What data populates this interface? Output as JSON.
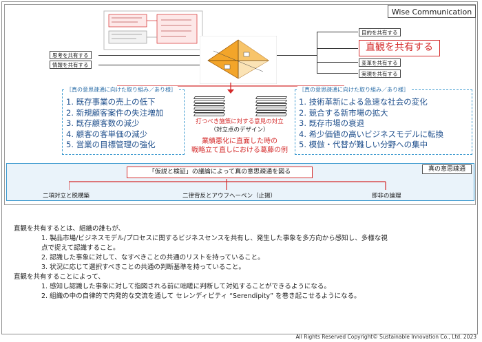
{
  "brand": "Wise Communication",
  "left_tags": [
    "思考を共有する",
    "情報を共有する"
  ],
  "right_tags": [
    "目的を共有する",
    "直観を共有する",
    "変革を共有する",
    "実現を共有する"
  ],
  "left_panel": {
    "title": "［真の意思疎通に向けた取り組み／あり様］",
    "items": [
      "1. 既存事業の売上の低下",
      "2. 新規顧客案件の失注増加",
      "3. 既存顧客数の減少",
      "4. 顧客の客単価の減少",
      "5. 営業の目標管理の強化"
    ]
  },
  "right_panel": {
    "title": "［真の意思疎通に向けた取り組み／あり様］",
    "items": [
      "1. 技術革新による急速な社会の変化",
      "2. 競合する新市場の拡大",
      "3. 既存市場の衰退",
      "4. 希少価値の高いビジネスモデルに転換",
      "5. 模倣・代替が難しい分野への集中"
    ]
  },
  "center": {
    "line1": "打つべき施策に対する意見の対立",
    "line2": "（対立点のデザイン）",
    "line3": "業績悪化に直面した時の",
    "line4": "戦略立て直しにおける葛藤の例"
  },
  "band": {
    "title": "真の意思疎通",
    "headline": "「仮説と検証」の議論によって真の意思疎通を図る",
    "items": [
      "二項対立と脱構築",
      "二律背反とアウフヘーベン（止揚）",
      "即非の論理"
    ]
  },
  "body": {
    "intro": "直観を共有するとは、組織の誰もが、",
    "points": [
      "1.  製品市場/ビジネスモデル/プロセスに関するビジネスセンスを共有し、発生した事象を多方向から感知し、多様な視",
      "     点で捉えて認識すること。",
      "2.  認識した事象に対して、なすべきことの共通のリストを持っていること。",
      "3.  状況に応じて選択すべきことの共通の判断基準を持っていること。"
    ],
    "intro2": "直観を共有することによって、",
    "points2": [
      "1.   感知し認識した事象に対して指図される前に咄嗟に判断して対処することができるようになる。",
      "2.   組織の中の自律的で内発的な交流を通して セレンディピティ “Serendipity” を巻き起こせるようになる。"
    ]
  },
  "footer": "All Rights Reserved Copyright© Sustainable Innovation Co., Ltd. 2023",
  "colors": {
    "accent_red": "#d42a2a",
    "accent_blue": "#3f9bd0",
    "list_blue": "#1f4f8c"
  }
}
